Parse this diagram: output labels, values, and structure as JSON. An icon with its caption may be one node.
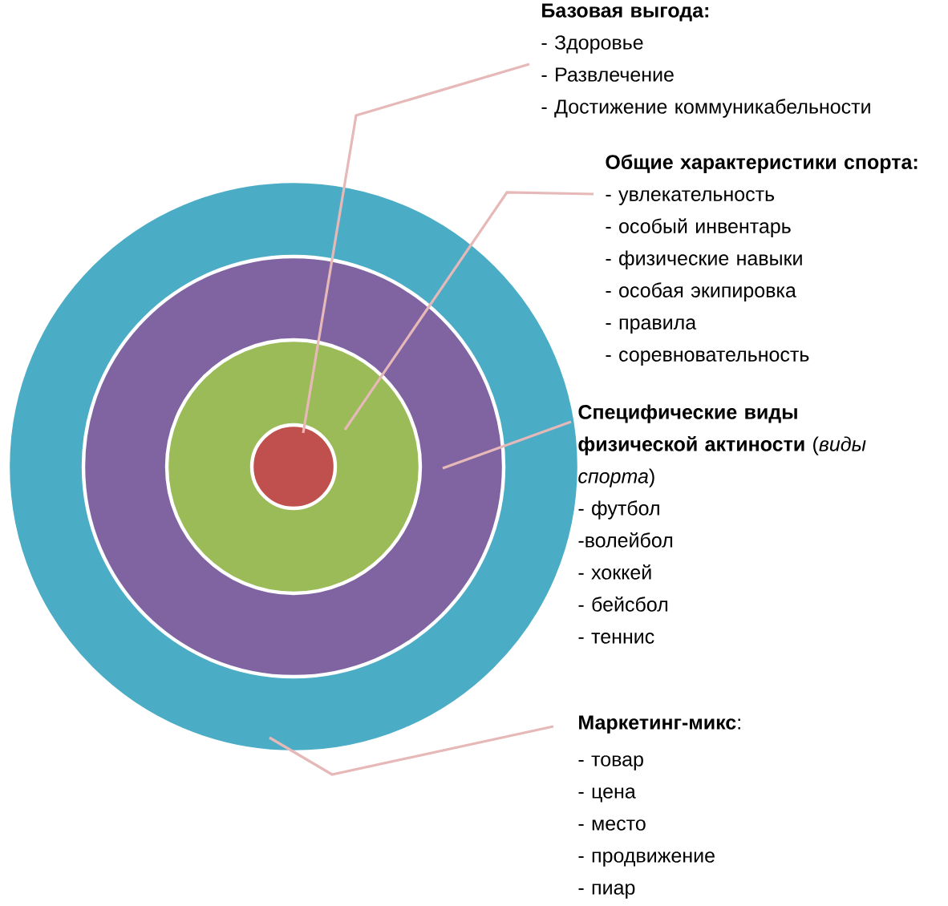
{
  "diagram": {
    "nodes": [
      {
        "text": [],
        "shape": "circle"
      },
      {
        "text": [],
        "shape": "circle",
        "in": 0
      },
      {
        "text": [],
        "shape": "circle",
        "in": 1
      },
      {
        "text": [],
        "shape": "circle",
        "in": 2
      },
      {
        "text": [
          "Базовая выгода:",
          "- Здоровье",
          "- Развлечение",
          "- Достижение коммуникабельности"
        ]
      },
      {
        "text": [
          "Общие характеристики спорта:",
          "- увлекательность",
          "- особый инвентарь",
          "- физические навыки",
          "- особая экипировка",
          "- правила",
          "- соревновательность"
        ]
      },
      {
        "text": [
          "**Специфические виды физической актиности** (*виды спорта*)",
          "- футбол",
          "-волейбол",
          "- хоккей",
          "- бейсбол",
          "- теннис"
        ]
      },
      {
        "text": [
          "**Маркетинг-микс**:",
          "- товар",
          "- цена",
          "- место",
          "- продвижение",
          "- пиар"
        ]
      }
    ],
    "edges": [
      {
        "from": 4,
        "to": 3,
        "arrow": "none"
      },
      {
        "from": 5,
        "to": 2,
        "arrow": "none"
      },
      {
        "from": 6,
        "to": 1,
        "arrow": "none"
      },
      {
        "from": 7,
        "to": 0,
        "arrow": "none"
      }
    ]
  }
}
